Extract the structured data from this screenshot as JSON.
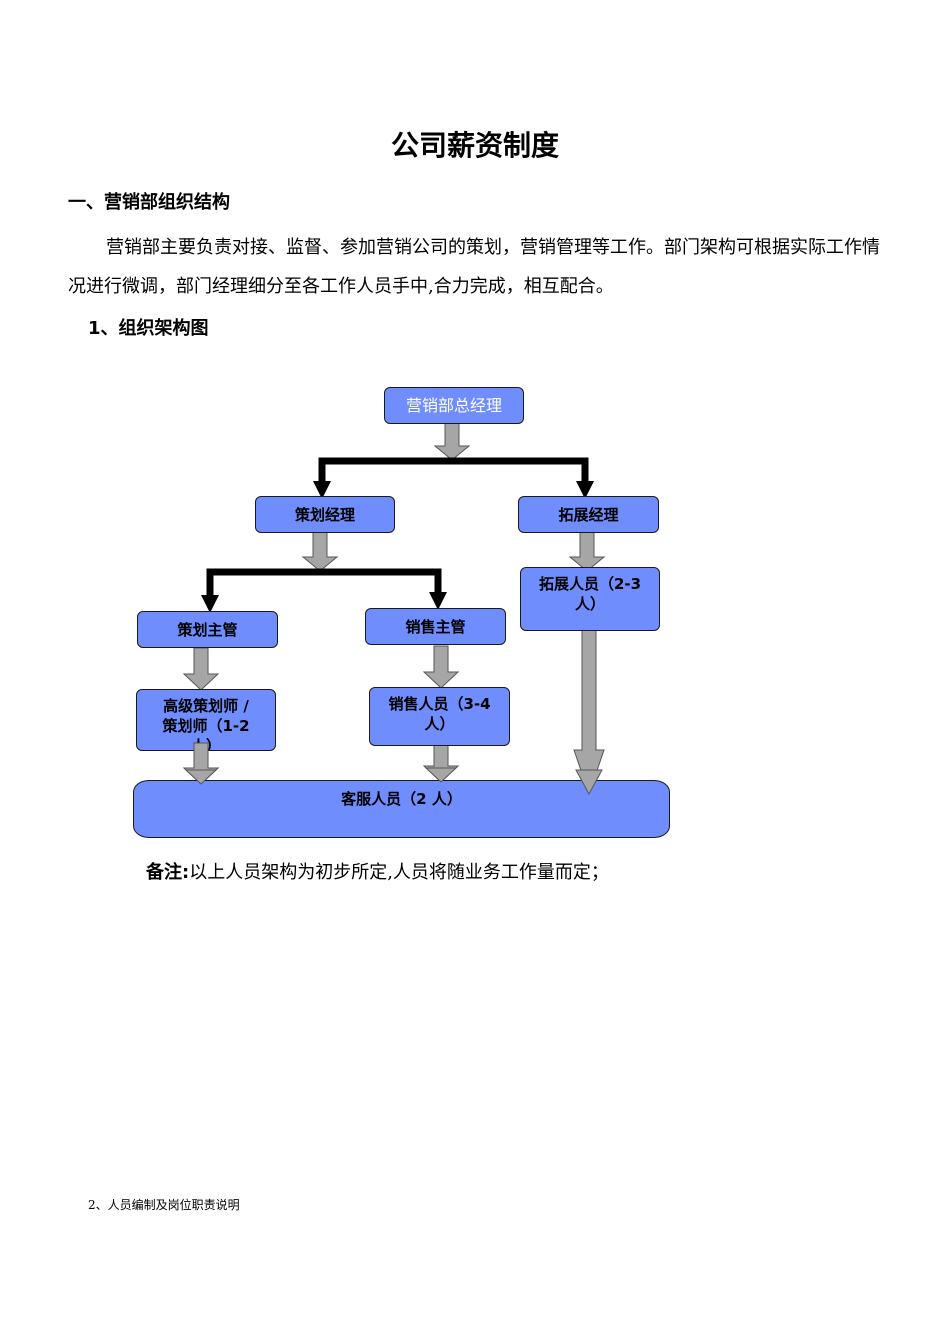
{
  "doc": {
    "title": "公司薪资制度",
    "section1_heading": "一、营销部组织结构",
    "section1_paragraph": "营销部主要负责对接、监督、参加营销公司的策划，营销管理等工作。部门架构可根据实际工作情况进行微调，部门经理细分至各工作人员手中,合力完成，相互配合。",
    "subsection1_heading": "1、组织架构图",
    "note_label": "备注:",
    "note_text": "以上人员架构为初步所定,人员将随业务工作量而定；",
    "subsection2_heading": "2、人员编制及岗位职责说明"
  },
  "org_chart": {
    "general_manager": "营销部总经理",
    "planning_manager": "策划经理",
    "expansion_manager": "拓展经理",
    "expansion_staff": "拓展人员（2-3 人）",
    "planning_supervisor": "策划主管",
    "sales_supervisor": "销售主管",
    "senior_planner": "高级策划师 / 策划师（1-2 人）",
    "sales_staff": "销售人员（3-4 人）",
    "customer_service": "客服人员（2 人）"
  },
  "colors": {
    "box_fill": "#6f8dfc",
    "box_border": "#1a1a1a",
    "arrow_gray": "#a6a6a6",
    "connector_black": "#000000"
  }
}
